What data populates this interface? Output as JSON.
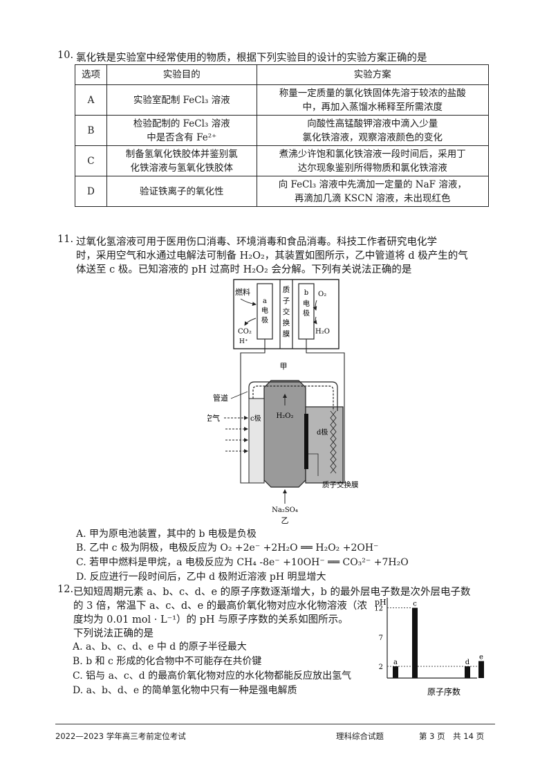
{
  "q10": {
    "num": "10.",
    "stem": "氯化铁是实验室中经常使用的物质，根据下列实验目的设计的实验方案正确的是",
    "headers": [
      "选项",
      "实验目的",
      "实验方案"
    ],
    "rows": [
      {
        "opt": "A",
        "purpose": [
          "实验室配制 FeCl₃ 溶液"
        ],
        "plan": [
          "称量一定质量的氯化铁固体先溶于较浓的盐酸",
          "中，再加入蒸馏水稀释至所需浓度"
        ]
      },
      {
        "opt": "B",
        "purpose": [
          "检验配制的 FeCl₃ 溶液",
          "中是否含有 Fe²⁺"
        ],
        "plan": [
          "向酸性高锰酸钾溶液中滴入少量",
          "氯化铁溶液，观察溶液颜色的变化"
        ]
      },
      {
        "opt": "C",
        "purpose": [
          "制备氢氧化铁胶体并鉴别氯",
          "化铁溶液与氢氧化铁胶体"
        ],
        "plan": [
          "煮沸少许饱和氯化铁溶液一段时间后，采用丁",
          "达尔现象鉴别所得物质和氯化铁溶液"
        ]
      },
      {
        "opt": "D",
        "purpose": [
          "验证铁离子的氧化性"
        ],
        "plan": [
          "向 FeCl₃ 溶液中先滴加一定量的 NaF 溶液，",
          "再滴加几滴 KSCN 溶液，未出现红色"
        ]
      }
    ]
  },
  "q11": {
    "num": "11.",
    "stem": [
      "过氧化氢溶液可用于医用伤口消毒、环境消毒和食品消毒。科技工作者研究电化学",
      "时，采用空气和水通过电解法可制备 H₂O₂，其装置如图所示，乙中管道将 d 极产生的气",
      "体送至 c 极。已知溶液的 pH 过高时 H₂O₂ 会分解。下列有关说法正确的是"
    ],
    "fig": {
      "fuel": "燃料",
      "a_elec": [
        "a",
        "电",
        "极"
      ],
      "membrane_top": [
        "质",
        "子",
        "交",
        "换",
        "膜"
      ],
      "b_elec": [
        "b",
        "电",
        "极"
      ],
      "o2": "O₂",
      "co2": "CO₂",
      "hplus": "H⁺",
      "h2o": "H₂O",
      "jia": "甲",
      "pipe": "管道",
      "air": "空气",
      "c_elec": "c极",
      "h2o2": "H₂O₂",
      "d_elec": "d极",
      "membrane_bottom": "质子交换膜",
      "na2so4": "Na₂SO₄",
      "yi": "乙"
    },
    "options": [
      "A. 甲为原电池装置，其中的 b 电极是负极",
      "B. 乙中 c 极为阴极，电极反应为 O₂ +2e⁻ +2H₂O ══ H₂O₂ +2OH⁻",
      "C. 若甲中燃料是甲烷，a 电极反应为 CH₄ -8e⁻ +10OH⁻ ══ CO₃²⁻ +7H₂O",
      "D. 反应进行一段时间后，乙中 d 极附近溶液 pH 明显增大"
    ]
  },
  "q12": {
    "num": "12.",
    "stem": [
      "已知短周期元素 a、b、c、d、e 的原子序数逐渐增大，b 的最外层电子数是次外层电子数",
      "的 3 倍，常温下 a、c、d、e 的最高价氧化物对应水化物溶液（浓",
      "度均为 0.01 mol · L⁻¹）的 pH 与原子序数的关系如图所示。",
      "下列说法正确的是"
    ],
    "options": [
      "A. a、b、c、d、e 中 d 的原子半径最大",
      "B. b 和 c 形成的化合物中不可能存在共价键",
      "C. 铝与 a、c、d 的最高价氧化物对应的水化物都能反应放出氢气",
      "D. a、b、d、e 的简单氢化物中只有一种是强电解质"
    ]
  },
  "chart_data": {
    "type": "bar",
    "categories": [
      "a",
      "c",
      "d",
      "e"
    ],
    "values": [
      2,
      12,
      2,
      2.9
    ],
    "ylabel": "pH",
    "xlabel": "原子序数",
    "yticks": [
      "2",
      "7",
      "12"
    ],
    "ylim": [
      0,
      13
    ]
  },
  "footer": {
    "left": "2022—2023 学年高三考前定位考试",
    "subject": "理科综合试题",
    "page": "第 3 页　共 14 页"
  }
}
